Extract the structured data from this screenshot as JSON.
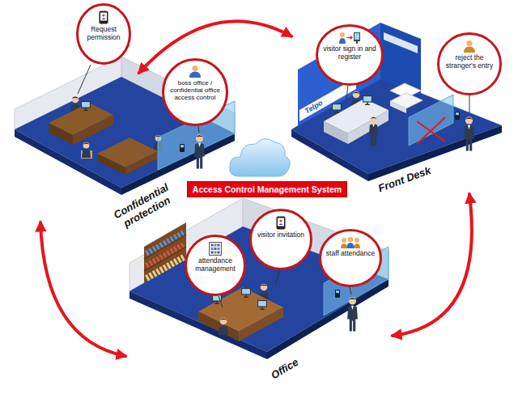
{
  "diagram": {
    "nodes": [
      {
        "text": [
          "Confidential protection"
        ]
      },
      {
        "text": [
          "Front Desk"
        ]
      },
      {
        "text": [
          "Access Control Management System"
        ]
      },
      {
        "text": [
          "Office"
        ]
      },
      {
        "text": [
          "Request permission"
        ]
      },
      {
        "text": [
          "boss office / confidential office access control"
        ]
      },
      {
        "text": [
          "visitor sign in and register"
        ]
      },
      {
        "text": [
          "reject the stranger's entry"
        ]
      },
      {
        "text": [
          "visitor invitation"
        ]
      },
      {
        "text": [
          "attendance management"
        ]
      },
      {
        "text": [
          "staff attendance"
        ]
      }
    ],
    "edges": [
      {
        "from": 0,
        "to": 1,
        "arrow": "both"
      },
      {
        "from": 0,
        "to": 3,
        "arrow": "both"
      },
      {
        "from": 1,
        "to": 3,
        "arrow": "both"
      }
    ],
    "labels": [
      "Telpo"
    ]
  }
}
